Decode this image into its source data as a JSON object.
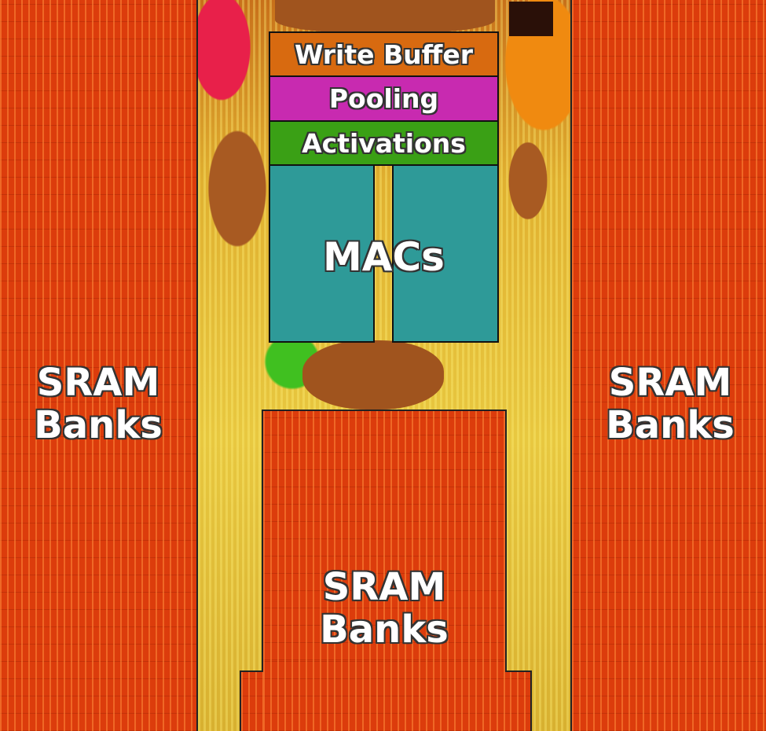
{
  "blocks": {
    "write_buffer": "Write Buffer",
    "pooling": "Pooling",
    "activations": "Activations",
    "macs": "MACs"
  },
  "sram": {
    "left": {
      "line1": "SRAM",
      "line2": "Banks"
    },
    "right": {
      "line1": "SRAM",
      "line2": "Banks"
    },
    "bottom": {
      "line1": "SRAM",
      "line2": "Banks"
    }
  },
  "colors": {
    "sram": "#dc3c0c",
    "write_buffer": "#d86a10",
    "pooling": "#c82ab0",
    "activations": "#3aa015",
    "macs": "#2e9a98"
  }
}
